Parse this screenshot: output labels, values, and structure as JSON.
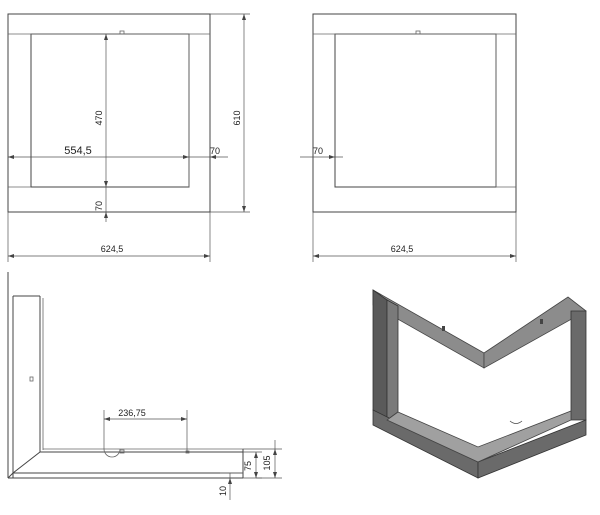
{
  "views": {
    "front": {
      "dims": {
        "inner_height": "470",
        "inner_width": "554,5",
        "side_right": "70",
        "bottom_band": "70",
        "total_height": "610",
        "total_width": "624,5"
      }
    },
    "rear": {
      "dims": {
        "side_left": "70",
        "total_width": "624,5"
      }
    },
    "side": {
      "dims": {
        "offset": "236,75",
        "h75": "75",
        "h105": "105",
        "h10": "10"
      }
    }
  },
  "colors": {
    "frame_dark": "#555555",
    "frame_light": "#9a9a9a",
    "line": "#444444"
  }
}
